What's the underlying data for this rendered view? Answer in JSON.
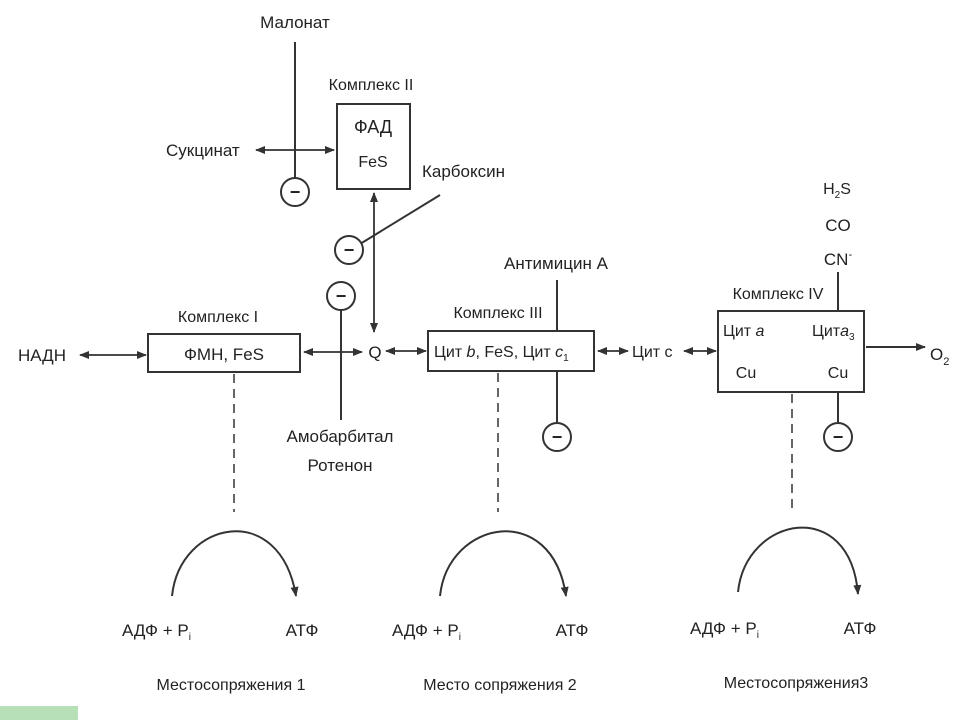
{
  "inhibitors": {
    "malonate": "Малонат",
    "carboxin": "Карбоксин",
    "amobarbital": "Амобарбитал",
    "rotenone": "Ротенон",
    "antimycin": "Антимицин А",
    "h2s_main": "H",
    "h2s_sub": "2",
    "h2s_tail": "S",
    "co": "CO",
    "cn_main": "CN",
    "cn_sup": "-"
  },
  "substrates": {
    "succinate": "Сукцинат",
    "nadh": "НАДН",
    "q": "Q",
    "cyt_c": "Цит c",
    "o2_main": "O",
    "o2_sub": "2"
  },
  "complexes": {
    "c1": {
      "title": "Комплекс I",
      "content": "ФМН, FeS"
    },
    "c2": {
      "title": "Комплекс II",
      "line1": "ФАД",
      "line2": "FeS"
    },
    "c3": {
      "title": "Комплекс III",
      "content_a": "Цит ",
      "content_b": "b",
      "content_c": ", FeS,  Цит ",
      "content_d": "c",
      "content_sub": "1"
    },
    "c4": {
      "title": "Комплекс IV",
      "cyt_a_prefix": "Цит ",
      "cyt_a_letter": "a",
      "cyt_a3_prefix": "Цит",
      "cyt_a3_letter": "a",
      "cyt_a3_sub": "3",
      "cu1": "Cu",
      "cu2": "Cu"
    }
  },
  "minus_sign": "−",
  "coupling": [
    {
      "adp_main": "АДФ + P",
      "adp_sub": "i",
      "atp": "АТФ",
      "site": "Местосопряжения 1"
    },
    {
      "adp_main": "АДФ + P",
      "adp_sub": "i",
      "atp": "АТФ",
      "site": "Место сопряжения 2"
    },
    {
      "adp_main": "АДФ + P",
      "adp_sub": "i",
      "atp": "АТФ",
      "site": "Местосопряжения3"
    }
  ]
}
